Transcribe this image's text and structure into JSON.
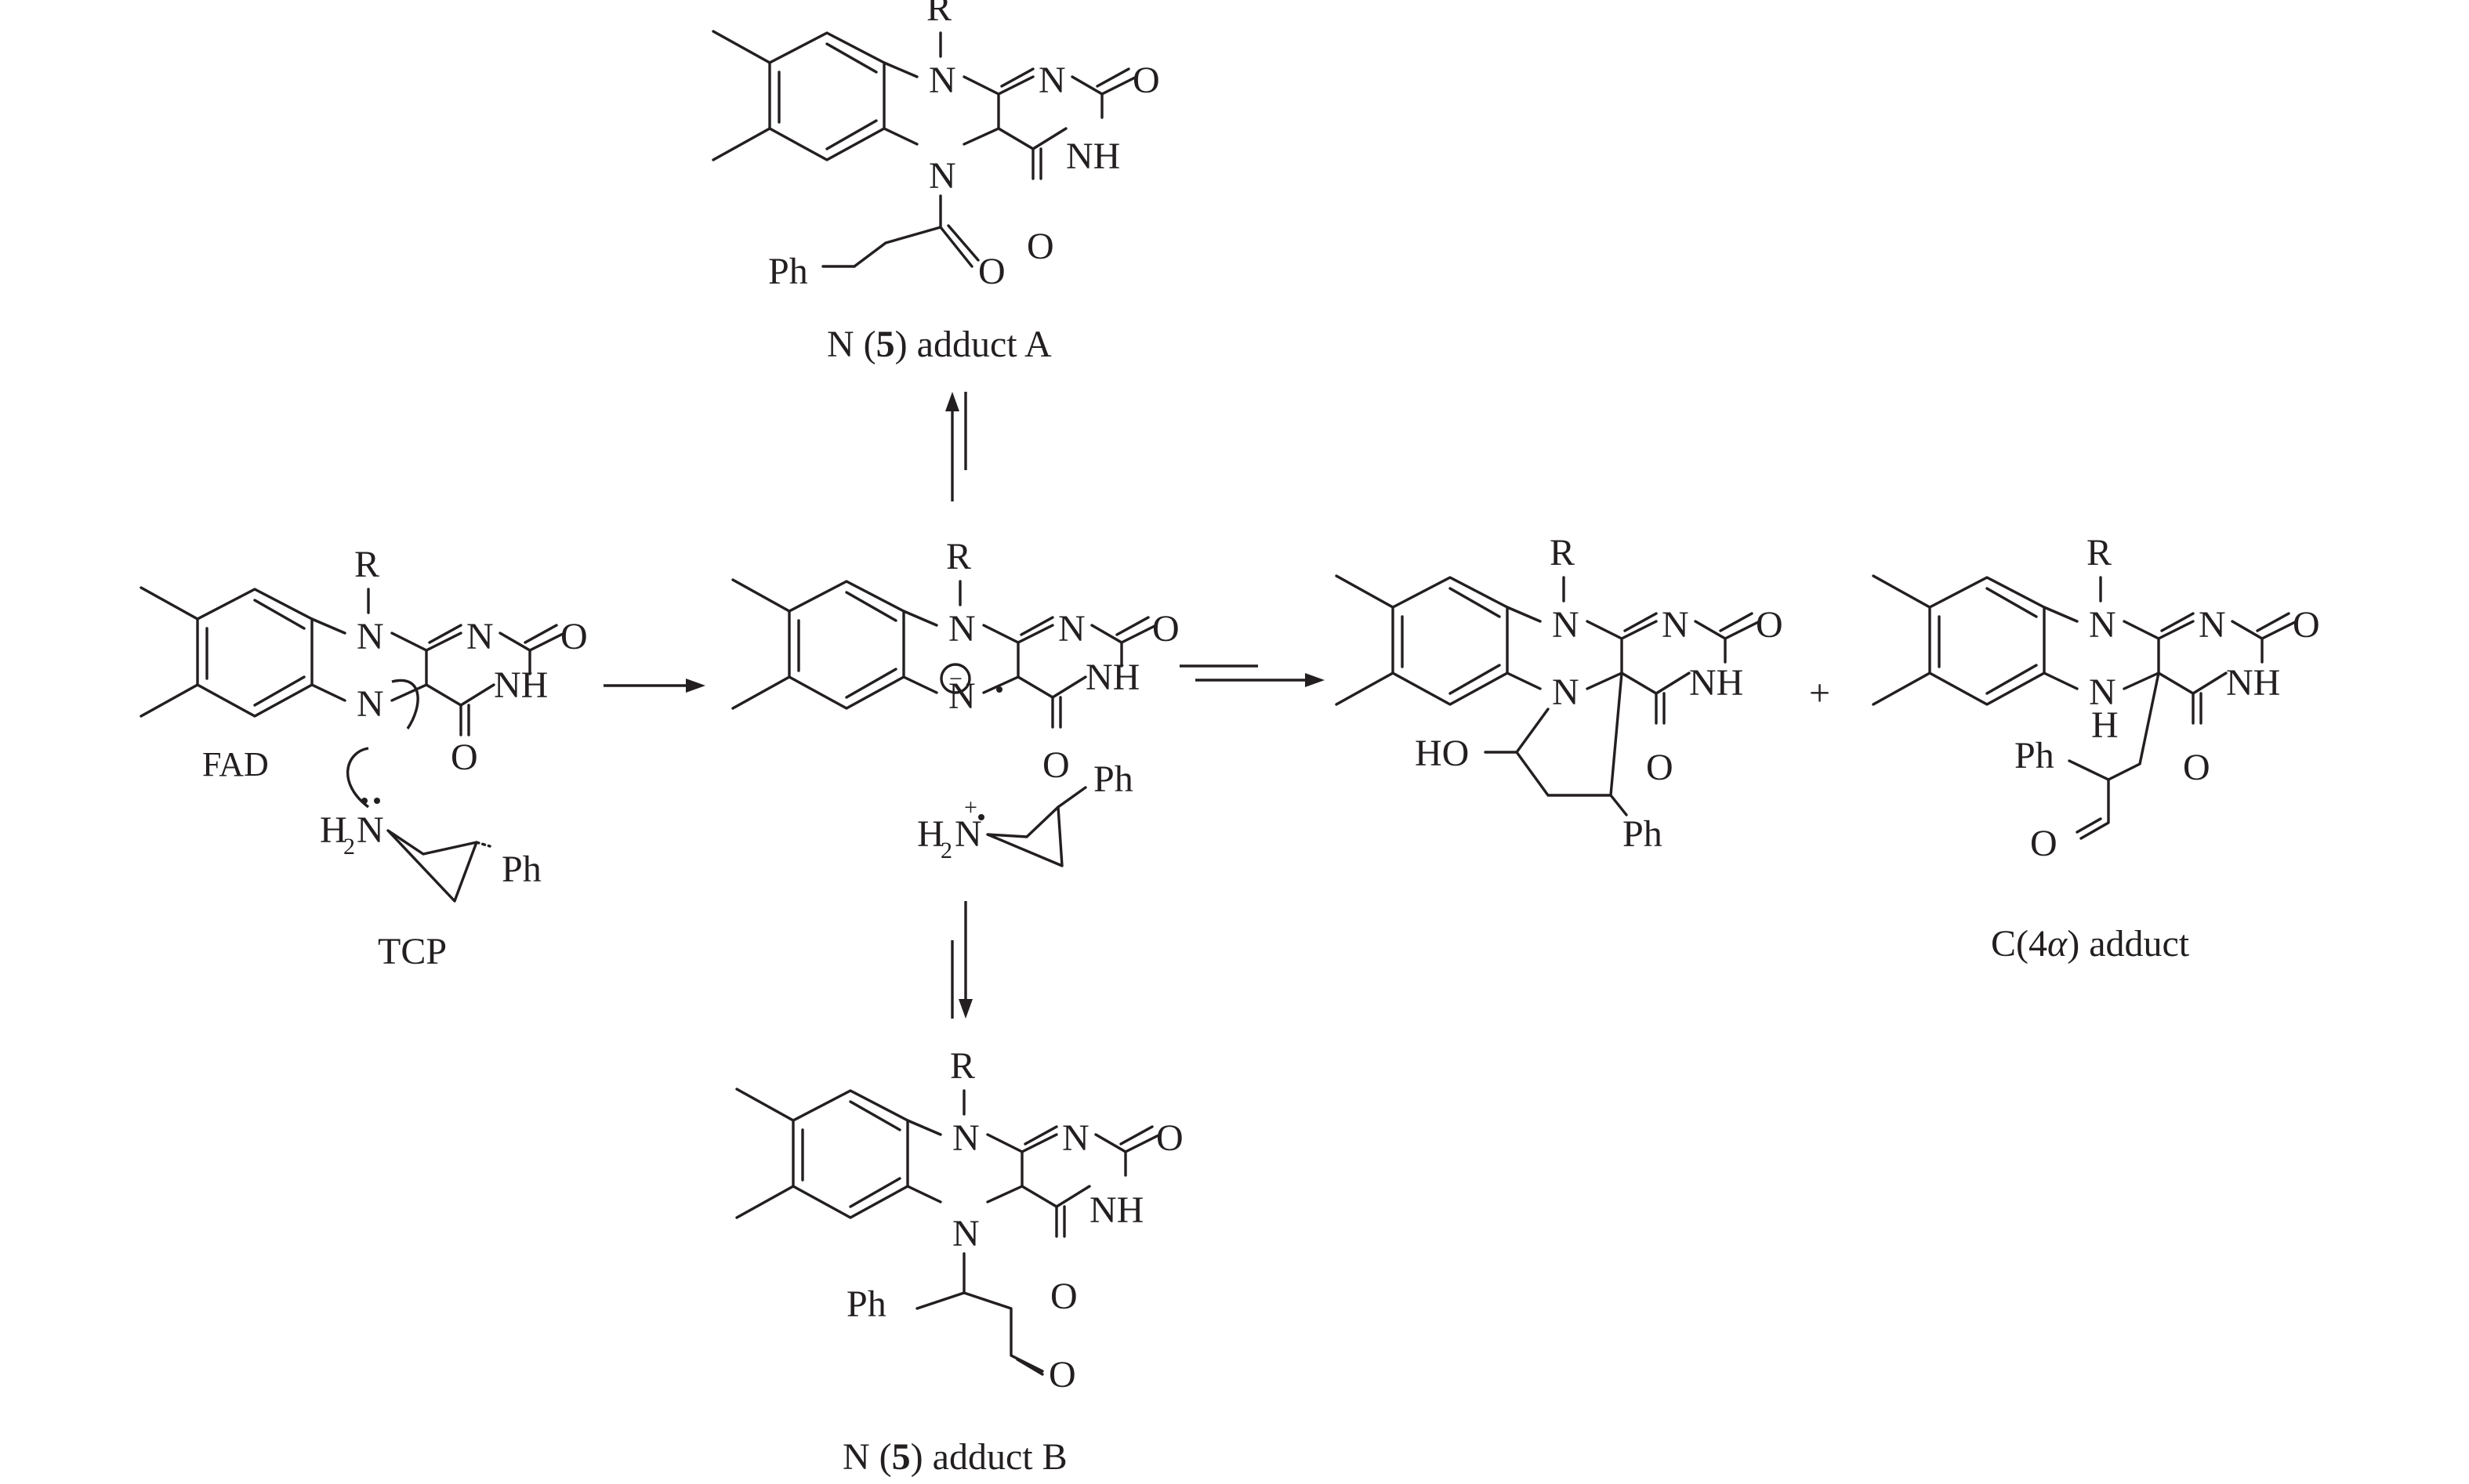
{
  "title": "FAD-TCP adduct formation scheme",
  "labels": {
    "R": "R",
    "N": "N",
    "O": "O",
    "NH": "NH",
    "H": "H",
    "Ph": "Ph",
    "HO": "HO",
    "H2": "H",
    "sub2": "2",
    "plus_sign": "+",
    "minus_sign": "−",
    "FAD": "FAD",
    "TCP": "TCP"
  },
  "captions": {
    "adduct_A_prefix": "N (",
    "adduct_A_num": "5",
    "adduct_A_suffix": ") adduct A",
    "adduct_B_prefix": "N (",
    "adduct_B_num": "5",
    "adduct_B_suffix": ") adduct B",
    "c4a_prefix": "C(4",
    "c4a_alpha": "α",
    "c4a_suffix": ") adduct"
  },
  "operators": {
    "plus": "+"
  }
}
